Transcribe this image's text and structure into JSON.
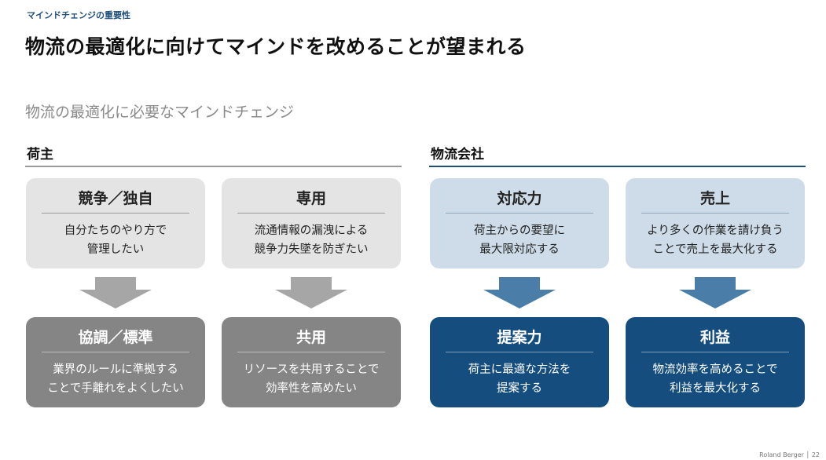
{
  "header": {
    "eyebrow": "マインドチェンジの重要性",
    "title": "物流の最適化に向けてマインドを改めることが望まれる",
    "subtitle": "物流の最適化に必要なマインドチェンジ"
  },
  "groups": [
    {
      "label": "荷主",
      "rule_color": "#9a9a9a",
      "columns": [
        {
          "current": {
            "title": "競争／独自",
            "body": [
              "自分たちのやり方で",
              "管理したい"
            ]
          },
          "target": {
            "title": "協調／標準",
            "body": [
              "業界のルールに準拠する",
              "ことで手離れをよくしたい"
            ]
          }
        },
        {
          "current": {
            "title": "専用",
            "body": [
              "流通情報の漏洩による",
              "競争力失墜を防ぎたい"
            ]
          },
          "target": {
            "title": "共用",
            "body": [
              "リソースを共用することで",
              "効率性を高めたい"
            ]
          }
        }
      ]
    },
    {
      "label": "物流会社",
      "rule_color": "#1f4e79",
      "columns": [
        {
          "current": {
            "title": "対応力",
            "body": [
              "荷主からの要望に",
              "最大限対応する"
            ]
          },
          "target": {
            "title": "提案力",
            "body": [
              "荷主に最適な方法を",
              "提案する"
            ]
          }
        },
        {
          "current": {
            "title": "売上",
            "body": [
              "より多くの作業を請け負う",
              "ことで売上を最大化する"
            ]
          },
          "target": {
            "title": "利益",
            "body": [
              "物流効率を高めることで",
              "利益を最大化する"
            ]
          }
        }
      ]
    }
  ],
  "colors": {
    "gray_arrow": "#a6a6a6",
    "blue_arrow": "#4a7ea8",
    "accent": "#1f4e79"
  },
  "footer": {
    "text": "Roland Berger │ 22"
  }
}
